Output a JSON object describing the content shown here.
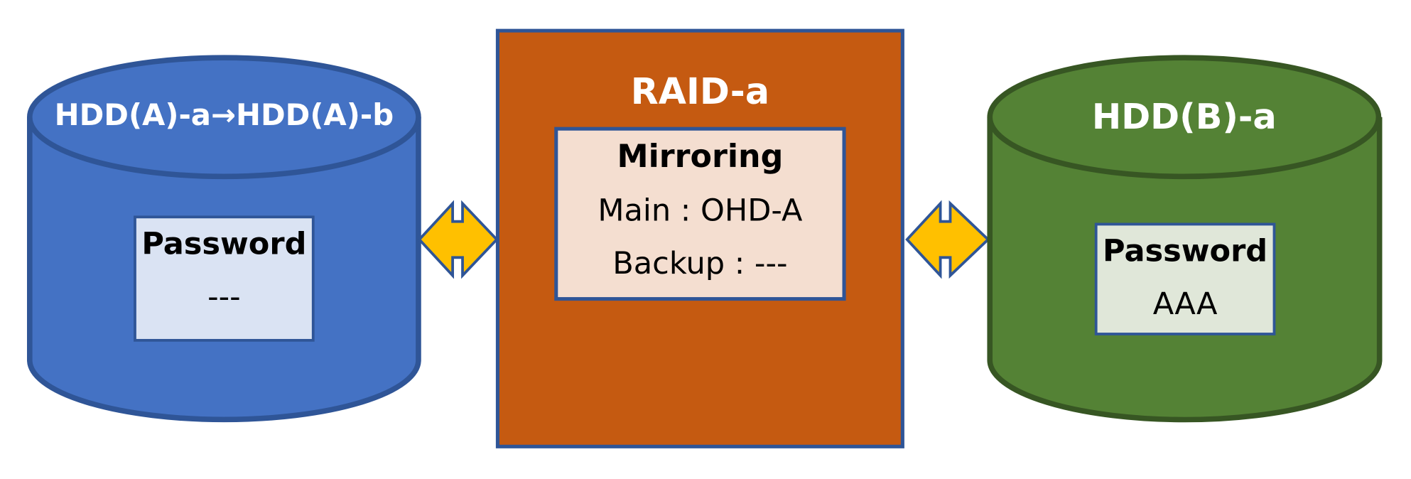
{
  "colors": {
    "hdd_a_fill": "#4472C4",
    "hdd_a_stroke": "#2F5597",
    "hdd_b_fill": "#548235",
    "hdd_b_stroke": "#375623",
    "raid_fill": "#C55A11",
    "raid_stroke": "#2F5597",
    "arrow_fill": "#FFC000",
    "box_stroke": "#2F5597",
    "hdd_a_box": "#DAE3F3",
    "raid_box": "#F4DED0",
    "hdd_b_box": "#E0E7D9"
  },
  "hdd_a": {
    "title": "HDD(A)-a→HDD(A)-b",
    "box_title": "Password",
    "box_value": "---"
  },
  "raid": {
    "title": "RAID-a",
    "box_title": "Mirroring",
    "main": "Main : OHD-A",
    "backup": "Backup : ---"
  },
  "hdd_b": {
    "title": "HDD(B)-a",
    "box_title": "Password",
    "box_value": "AAA"
  }
}
